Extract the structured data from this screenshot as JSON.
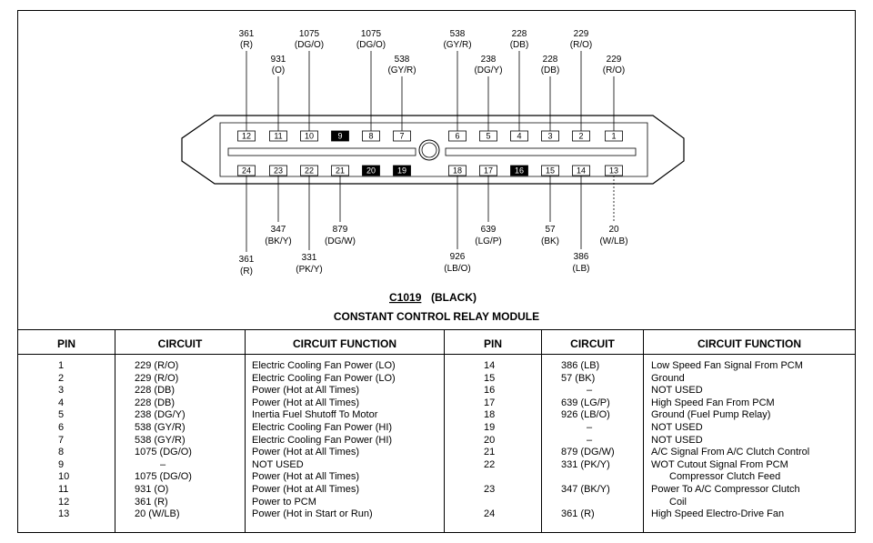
{
  "connector": {
    "id": "C1019",
    "color_note": "(BLACK)",
    "title": "CONSTANT CONTROL RELAY MODULE",
    "top_pins": [
      {
        "pin": "12",
        "circuit": "361",
        "color": "(R)",
        "shaded": false
      },
      {
        "pin": "11",
        "circuit": "931",
        "color": "(O)",
        "shaded": false
      },
      {
        "pin": "10",
        "circuit": "1075",
        "color": "(DG/O)",
        "shaded": false
      },
      {
        "pin": "9",
        "circuit": "",
        "color": "",
        "shaded": true
      },
      {
        "pin": "8",
        "circuit": "1075",
        "color": "(DG/O)",
        "shaded": false
      },
      {
        "pin": "7",
        "circuit": "538",
        "color": "(GY/R)",
        "shaded": false
      },
      {
        "pin": "6",
        "circuit": "538",
        "color": "(GY/R)",
        "shaded": false
      },
      {
        "pin": "5",
        "circuit": "238",
        "color": "(DG/Y)",
        "shaded": false
      },
      {
        "pin": "4",
        "circuit": "228",
        "color": "(DB)",
        "shaded": false
      },
      {
        "pin": "3",
        "circuit": "228",
        "color": "(DB)",
        "shaded": false
      },
      {
        "pin": "2",
        "circuit": "229",
        "color": "(R/O)",
        "shaded": false
      },
      {
        "pin": "1",
        "circuit": "229",
        "color": "(R/O)",
        "shaded": false
      }
    ],
    "bottom_pins": [
      {
        "pin": "24",
        "circuit": "361",
        "color": "(R)",
        "shaded": false
      },
      {
        "pin": "23",
        "circuit": "347",
        "color": "(BK/Y)",
        "shaded": false
      },
      {
        "pin": "22",
        "circuit": "331",
        "color": "(PK/Y)",
        "shaded": false
      },
      {
        "pin": "21",
        "circuit": "879",
        "color": "(DG/W)",
        "shaded": false
      },
      {
        "pin": "20",
        "circuit": "",
        "color": "",
        "shaded": true
      },
      {
        "pin": "19",
        "circuit": "",
        "color": "",
        "shaded": true
      },
      {
        "pin": "18",
        "circuit": "926",
        "color": "(LB/O)",
        "shaded": false
      },
      {
        "pin": "17",
        "circuit": "639",
        "color": "(LG/P)",
        "shaded": false
      },
      {
        "pin": "16",
        "circuit": "",
        "color": "",
        "shaded": true
      },
      {
        "pin": "15",
        "circuit": "57",
        "color": "(BK)",
        "shaded": false
      },
      {
        "pin": "14",
        "circuit": "386",
        "color": "(LB)",
        "shaded": false
      },
      {
        "pin": "13",
        "circuit": "20",
        "color": "(W/LB)",
        "shaded": false
      }
    ]
  },
  "table": {
    "headers": [
      "PIN",
      "CIRCUIT",
      "CIRCUIT FUNCTION",
      "PIN",
      "CIRCUIT",
      "CIRCUIT FUNCTION"
    ],
    "left_rows": [
      {
        "pin": "1",
        "circuit": "229 (R/O)",
        "function": "Electric Cooling Fan Power (LO)"
      },
      {
        "pin": "2",
        "circuit": "229 (R/O)",
        "function": "Electric Cooling Fan Power (LO)"
      },
      {
        "pin": "3",
        "circuit": "228 (DB)",
        "function": "Power (Hot at All Times)"
      },
      {
        "pin": "4",
        "circuit": "228 (DB)",
        "function": "Power (Hot at All Times)"
      },
      {
        "pin": "5",
        "circuit": "238 (DG/Y)",
        "function": "Inertia Fuel Shutoff To Motor"
      },
      {
        "pin": "6",
        "circuit": "538 (GY/R)",
        "function": "Electric Cooling Fan Power (HI)"
      },
      {
        "pin": "7",
        "circuit": "538 (GY/R)",
        "function": "Electric Cooling Fan Power (HI)"
      },
      {
        "pin": "8",
        "circuit": "1075 (DG/O)",
        "function": "Power (Hot at All Times)"
      },
      {
        "pin": "9",
        "circuit": "–",
        "function": "NOT USED"
      },
      {
        "pin": "10",
        "circuit": "1075 (DG/O)",
        "function": "Power (Hot at All Times)"
      },
      {
        "pin": "11",
        "circuit": "931 (O)",
        "function": "Power (Hot at All Times)"
      },
      {
        "pin": "12",
        "circuit": "361 (R)",
        "function": "Power to PCM"
      },
      {
        "pin": "13",
        "circuit": "20 (W/LB)",
        "function": "Power (Hot in Start or Run)"
      }
    ],
    "right_rows": [
      {
        "pin": "14",
        "circuit": "386 (LB)",
        "function": "Low Speed Fan Signal From PCM"
      },
      {
        "pin": "15",
        "circuit": "57 (BK)",
        "function": "Ground"
      },
      {
        "pin": "16",
        "circuit": "–",
        "function": "NOT USED"
      },
      {
        "pin": "17",
        "circuit": "639 (LG/P)",
        "function": "High Speed Fan From PCM"
      },
      {
        "pin": "18",
        "circuit": "926 (LB/O)",
        "function": "Ground (Fuel Pump Relay)"
      },
      {
        "pin": "19",
        "circuit": "–",
        "function": "NOT USED"
      },
      {
        "pin": "20",
        "circuit": "–",
        "function": "NOT USED"
      },
      {
        "pin": "21",
        "circuit": "879 (DG/W)",
        "function": "A/C Signal From A/C Clutch Control"
      },
      {
        "pin": "22",
        "circuit": "331 (PK/Y)",
        "function": "WOT Cutout Signal From PCM"
      },
      {
        "pin": "",
        "circuit": "",
        "function": "Compressor Clutch Feed"
      },
      {
        "pin": "23",
        "circuit": "347 (BK/Y)",
        "function": "Power To A/C Compressor Clutch"
      },
      {
        "pin": "",
        "circuit": "",
        "function": "Coil"
      },
      {
        "pin": "24",
        "circuit": "361 (R)",
        "function": "High Speed Electro-Drive Fan"
      }
    ]
  }
}
